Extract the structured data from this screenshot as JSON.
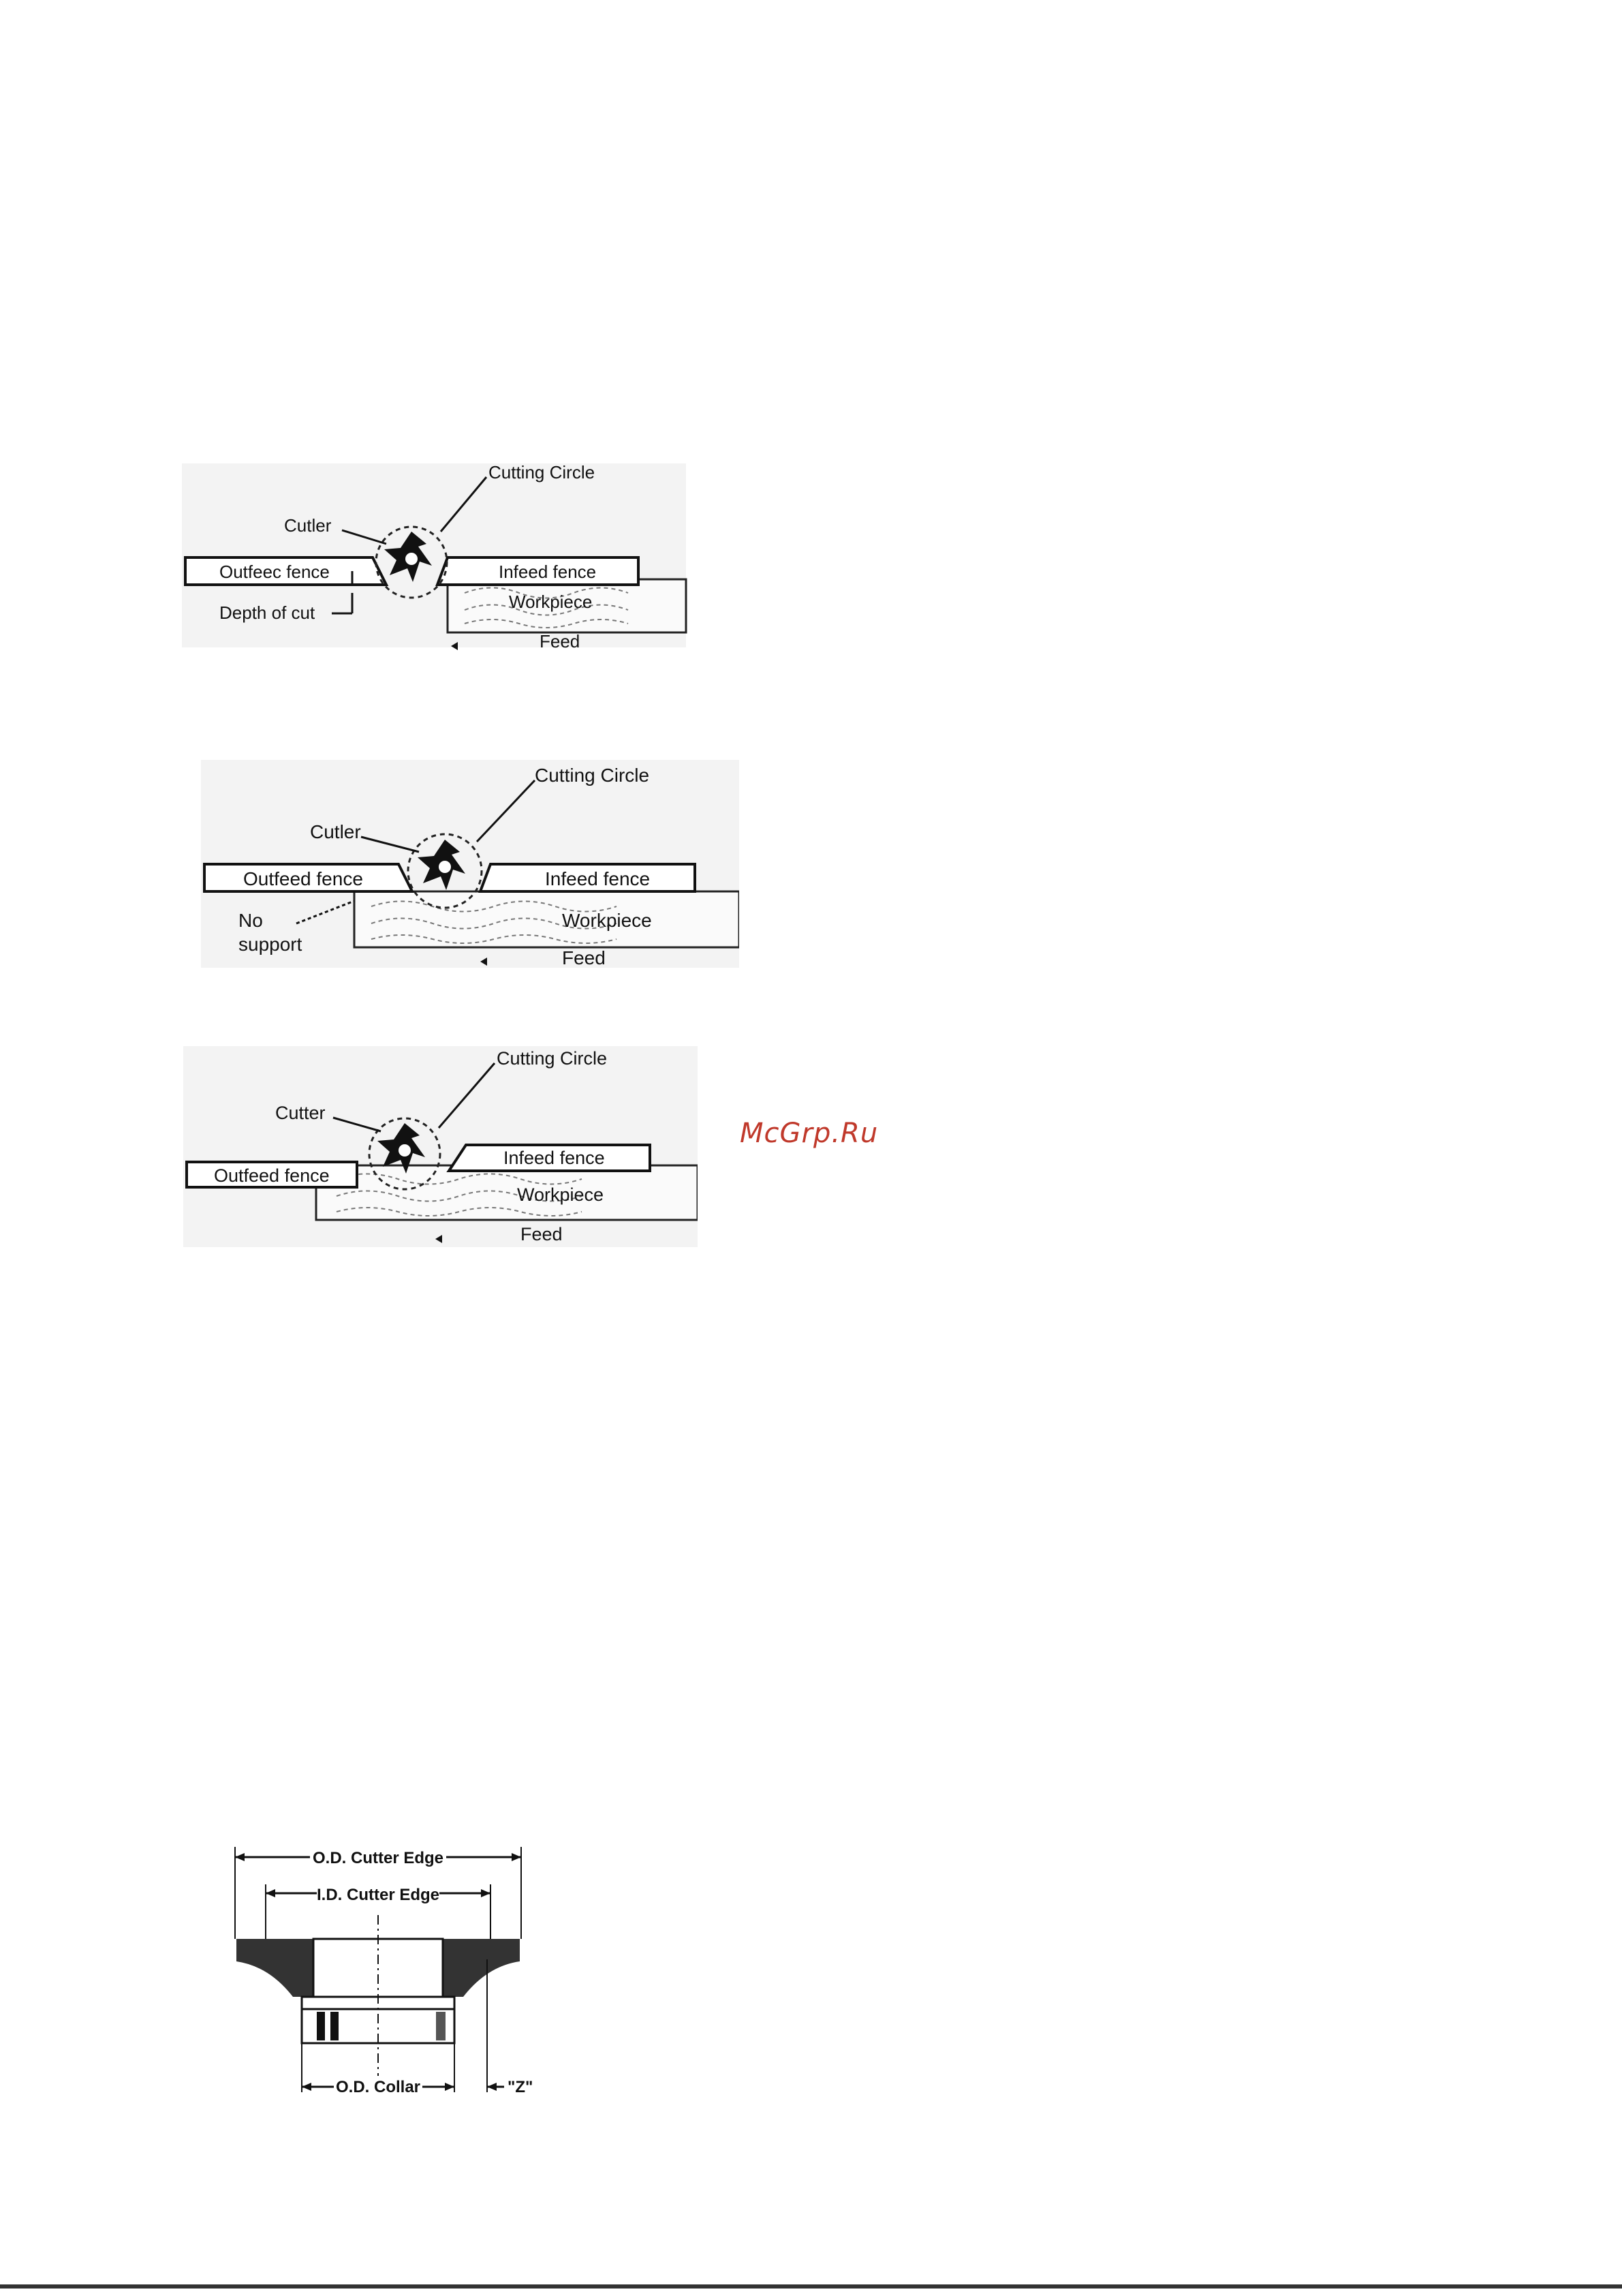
{
  "figures": [
    {
      "cutting_circle": "Cutting Circle",
      "cutter": "Cutler",
      "outfeed_fence": "Outfeec fence",
      "infeed_fence": "Infeed fence",
      "workpiece": "Workpiece",
      "depth_of_cut": "Depth of cut",
      "feed": "Feed"
    },
    {
      "cutting_circle": "Cutting Circle",
      "cutter": "Cutler",
      "outfeed_fence": "Outfeed fence",
      "infeed_fence": "Infeed fence",
      "workpiece": "Workpiece",
      "no_support_line1": "No",
      "no_support_line2": "support",
      "feed": "Feed"
    },
    {
      "cutting_circle": "Cutting Circle",
      "cutter": "Cutter",
      "outfeed_fence": "Outfeed fence",
      "infeed_fence": "Infeed fence",
      "workpiece": "Workpiece",
      "feed": "Feed"
    }
  ],
  "cutter_profile": {
    "od_cutter_edge": "O.D. Cutter Edge",
    "id_cutter_edge": "I.D. Cutter Edge",
    "od_collar": "O.D. Collar",
    "z": "\"Z\""
  },
  "watermark": "McGrp.Ru"
}
